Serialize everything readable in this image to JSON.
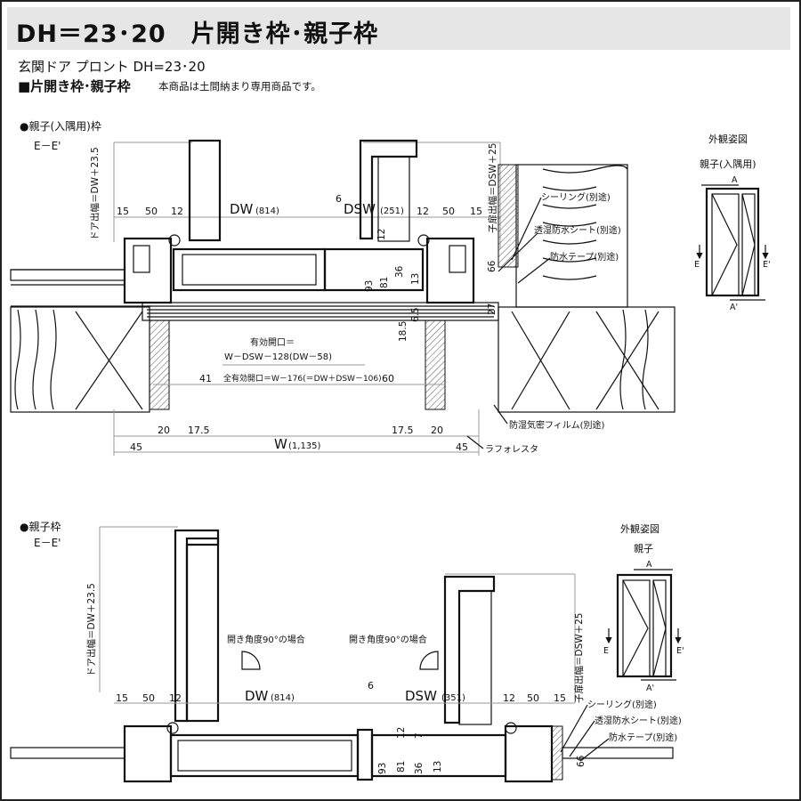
{
  "title": "DH＝23･20　片開き枠･親子枠",
  "subtitle": "玄関ドア プロント DH=23･20",
  "frame_heading": "■片開き枠･親子枠",
  "note": "本商品は土間納まり専用商品です。",
  "section1": {
    "label": "●親子(入隅用)枠",
    "section_mark": "E－E'",
    "door_width_label": "ドア出幅＝DW＋23.5",
    "child_width_label": "子扉出幅＝DSW＋25",
    "dims_top": [
      "15",
      "50",
      "12",
      "6",
      "12",
      "50",
      "15"
    ],
    "dw": "DW",
    "dw_value": "(814)",
    "dsw": "DSW",
    "dsw_value": "(251)",
    "vertical_dims": [
      "12",
      "93",
      "81",
      "36",
      "13",
      "18.5",
      "6.5",
      "66",
      "27"
    ],
    "effective_opening": "有効開口＝",
    "effective_formula": "W－DSW－128(DW－58)",
    "left_41": "41",
    "total_opening": "全有効開口＝W－176(＝DW＋DSW－106)",
    "right_60": "60",
    "dims_bottom": [
      "45",
      "20",
      "17.5",
      "17.5",
      "20",
      "45"
    ],
    "w": "W",
    "w_value": "(1,135)",
    "callouts": [
      "シーリング(別途)",
      "透湿防水シート(別途)",
      "防水テープ(別途)",
      "防湿気密フィルム(別途)",
      "ラフォレスタ"
    ],
    "elevation_title": "外観姿図",
    "elevation_sub": "親子(入隅用)",
    "marks": [
      "A",
      "E",
      "E'",
      "A'"
    ]
  },
  "section2": {
    "label": "●親子枠",
    "section_mark": "E－E'",
    "door_width_label": "ドア出幅＝DW＋23.5",
    "child_width_label": "子扉出幅＝DSW＋25",
    "swing_label_left": "開き角度90°の場合",
    "swing_label_right": "開き角度90°の場合",
    "dims_top": [
      "15",
      "50",
      "12",
      "6",
      "12",
      "50",
      "15"
    ],
    "dw": "DW",
    "dw_value": "(814)",
    "dsw": "DSW",
    "dsw_value": "(351)",
    "vertical_dims": [
      "12",
      "93",
      "81",
      "36",
      "7",
      "13",
      "66"
    ],
    "callouts": [
      "シーリング(別途)",
      "透湿防水シート(別途)",
      "防水テープ(別途)"
    ],
    "elevation_title": "外観姿図",
    "elevation_sub": "親子",
    "marks": [
      "A",
      "E",
      "E'",
      "A'"
    ]
  }
}
